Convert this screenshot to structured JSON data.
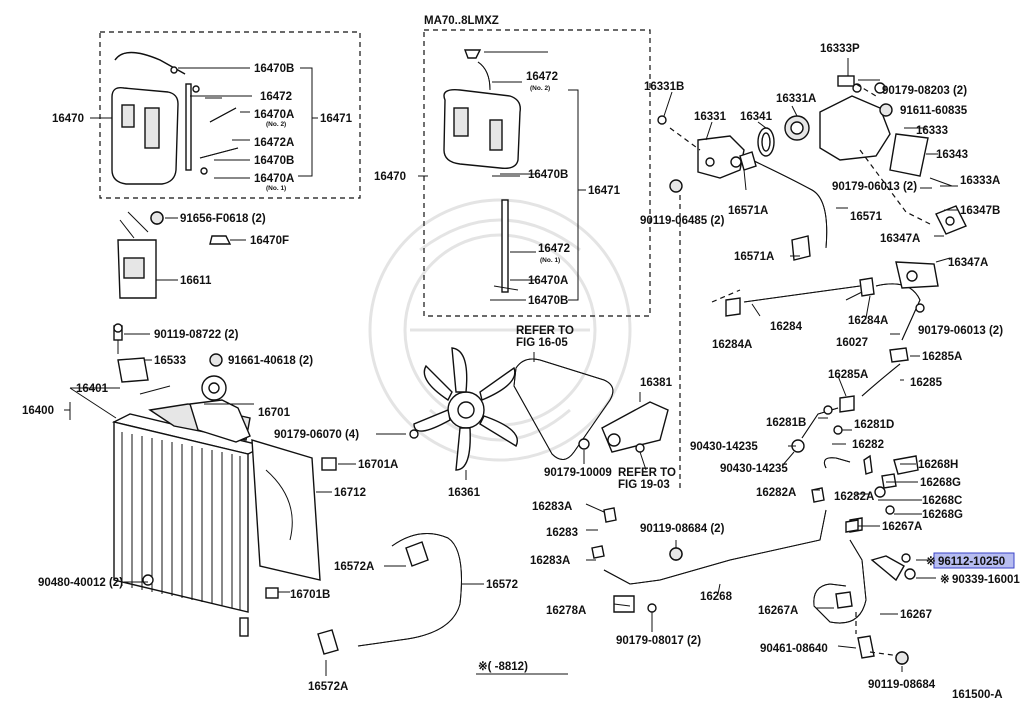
{
  "box_header": "MA70..8LMXZ",
  "refer_fan": "REFER TO",
  "refer_fan_fig": "FIG 16-05",
  "refer_bracket": "REFER TO",
  "refer_bracket_fig": "FIG 19-03",
  "footnote": "※(      -8812)",
  "diagram_id": "161500-A",
  "labels": {
    "p16470B_a": "16470B",
    "p16472_a": "16472",
    "p16470A_a": "16470A",
    "no2_a": "(No. 2)",
    "p16471_a": "16471",
    "p16470_a": "16470",
    "p16472A": "16472A",
    "p16470B_b": "16470B",
    "p16470A_b": "16470A",
    "no1_a": "(No. 1)",
    "p91656": "91656-F0618 (2)",
    "p16470F": "16470F",
    "p16611": "16611",
    "p16472_b": "16472",
    "no2_b": "(No. 2)",
    "p16470_b": "16470",
    "p16470B_c": "16470B",
    "p16471_b": "16471",
    "p16472_c": "16472",
    "no1_b": "(No. 1)",
    "p16470A_c": "16470A",
    "p16470B_d": "16470B",
    "p16333P": "16333P",
    "p16331B": "16331B",
    "p16331A": "16331A",
    "p90179_08203": "90179-08203 (2)",
    "p91611": "91611-60835",
    "p16331": "16331",
    "p16341": "16341",
    "p16333": "16333",
    "p16343": "16343",
    "p90179_06013a": "90179-06013 (2)",
    "p16333A": "16333A",
    "p16571A_a": "16571A",
    "p16571": "16571",
    "p16347B": "16347B",
    "p90119_06485": "90119-06485 (2)",
    "p16347A_a": "16347A",
    "p16571A_b": "16571A",
    "p16347A_b": "16347A",
    "p90119_08722": "90119-08722 (2)",
    "p16533": "16533",
    "p91661": "91661-40618 (2)",
    "p16401": "16401",
    "p16400": "16400",
    "p16701": "16701",
    "p90179_06070": "90179-06070 (4)",
    "p16701A": "16701A",
    "p16712": "16712",
    "p16284": "16284",
    "p16284A_a": "16284A",
    "p16284A_b": "16284A",
    "p90179_06013b": "90179-06013 (2)",
    "p16027": "16027",
    "p16285A_a": "16285A",
    "p16381": "16381",
    "p16285A_b": "16285A",
    "p16285": "16285",
    "p16281B": "16281B",
    "p16281D": "16281D",
    "p90430_a": "90430-14235",
    "p16282": "16282",
    "p90430_b": "90430-14235",
    "p16268H": "16268H",
    "p90179_10009": "90179-10009",
    "p16268G_a": "16268G",
    "p16361": "16361",
    "p16282A_a": "16282A",
    "p16282A_b": "16282A",
    "p16268C": "16268C",
    "p16268G_b": "16268G",
    "p16283A_a": "16283A",
    "p16267A_a": "16267A",
    "p16283": "16283",
    "p90119_08684a": "90119-08684 (2)",
    "p16572A_a": "16572A",
    "p16283A_b": "16283A",
    "p96112": "96112-10250",
    "p90339": "90339-16001",
    "p90480": "90480-40012 (2)",
    "p16572": "16572",
    "p16268": "16268",
    "p16267A_b": "16267A",
    "p16278A": "16278A",
    "p16267": "16267",
    "p16701B": "16701B",
    "p90179_08017": "90179-08017 (2)",
    "p90461": "90461-08640",
    "p16572A_b": "16572A",
    "p90119_08684b": "90119-08684"
  }
}
